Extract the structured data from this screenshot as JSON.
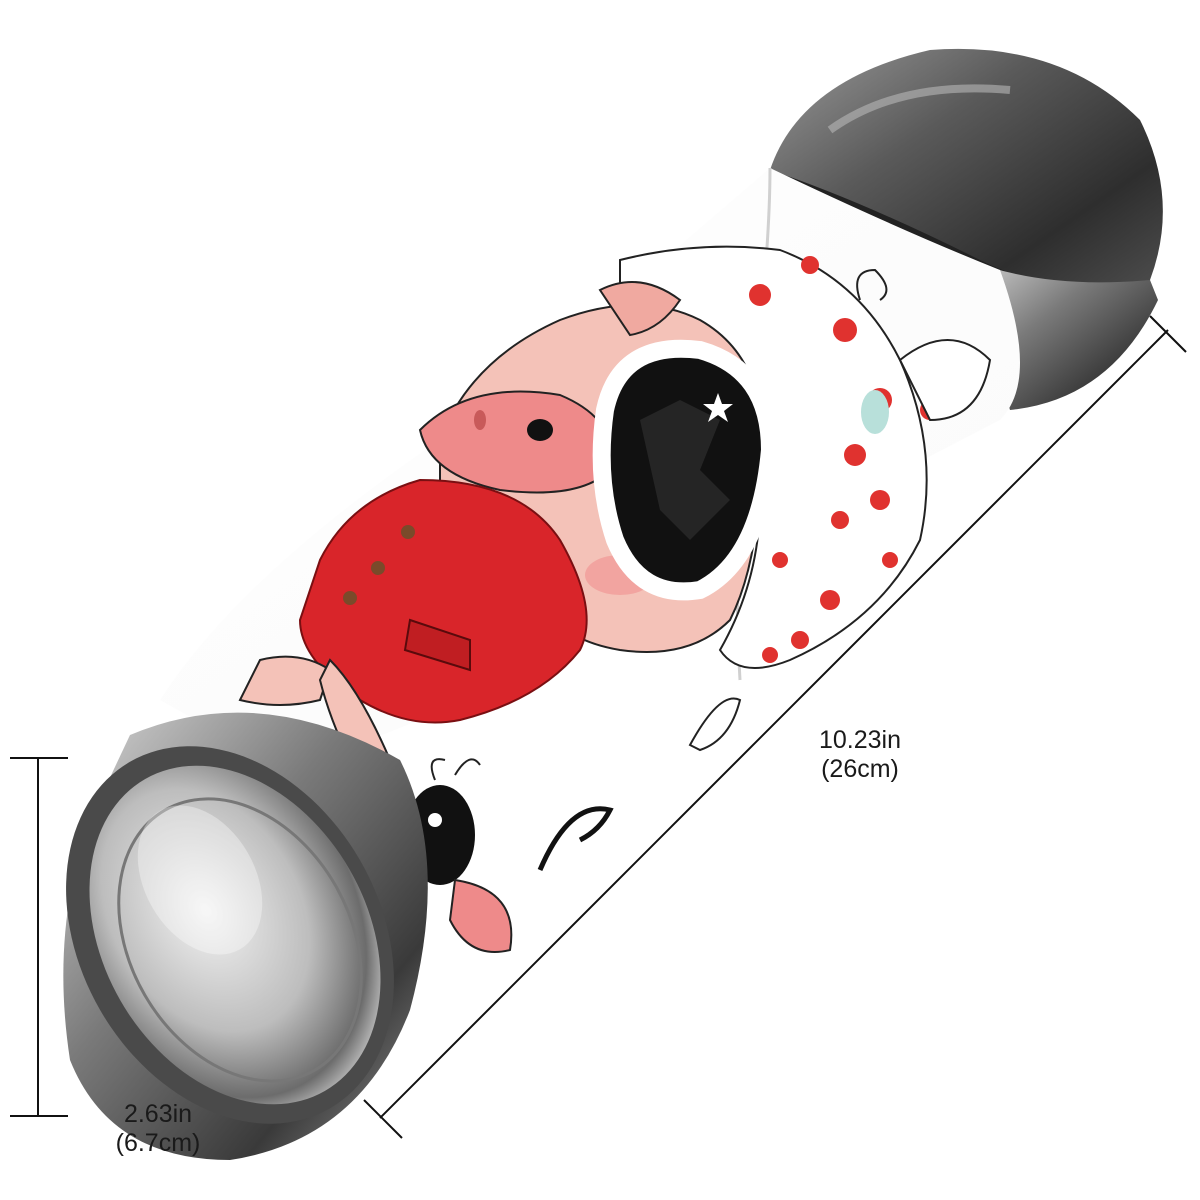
{
  "product": {
    "length": {
      "inches": "10.23in",
      "cm": "(26cm)"
    },
    "diameter": {
      "inches": "2.63in",
      "cm": "(6.7cm)"
    }
  },
  "colors": {
    "body": "#ffffff",
    "steel_dark": "#3a3a3a",
    "steel_mid": "#8a8a8a",
    "steel_light": "#e6e6e6",
    "coat_red": "#d9252a",
    "polka_red": "#e0322f",
    "pig_pink": "#f4c2b8",
    "snout_pink": "#ee8a8a",
    "outline": "#1a1a1a"
  },
  "icons": [
    "star-icon"
  ]
}
